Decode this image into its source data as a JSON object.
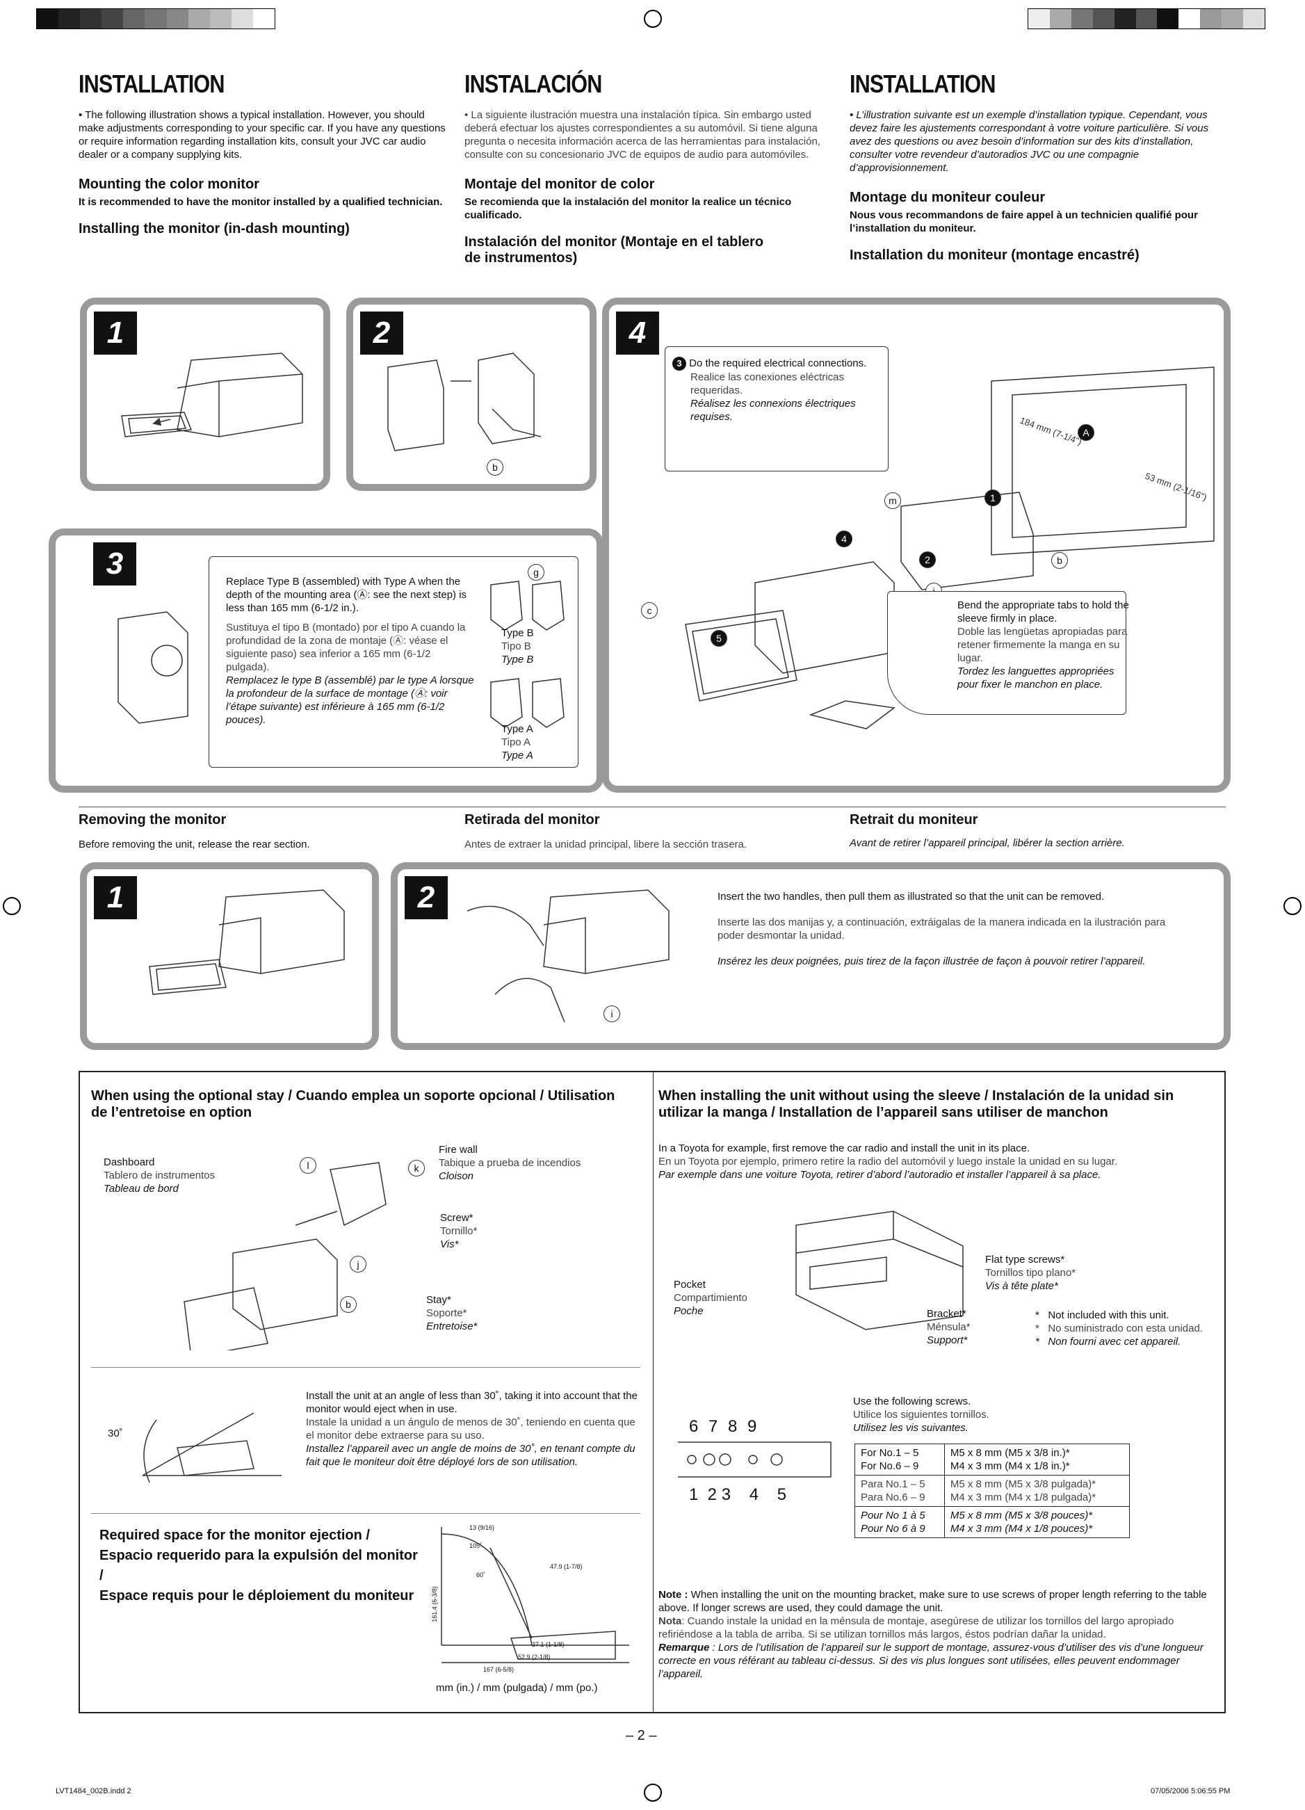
{
  "columns": [
    {
      "title": "INSTALLATION",
      "intro": "• The following illustration shows a typical installation. However, you should make adjustments corresponding to your specific car. If you have any questions or require information regarding installation kits, consult your JVC car audio dealer or a company supplying kits.",
      "mounting_title": "Mounting the color monitor",
      "mounting_note": "It is recommended to have the monitor installed by a qualified technician.",
      "installing_title": "Installing the monitor (in-dash mounting)"
    },
    {
      "title": "INSTALACIÓN",
      "intro": "• La siguiente ilustración muestra una instalación típica. Sin embargo usted deberá efectuar los ajustes correspondientes a su automóvil. Si tiene alguna pregunta o necesita información acerca de las herramientas para instalación, consulte con su concesionario JVC de equipos de audio para automóviles.",
      "mounting_title": "Montaje del monitor de color",
      "mounting_note": "Se recomienda que la instalación del monitor la realice un técnico cualificado.",
      "installing_title": "Instalación del monitor (Montaje en el tablero de instrumentos)"
    },
    {
      "title": "INSTALLATION",
      "intro": "• L’illustration suivante est un exemple d’installation typique. Cependant, vous devez faire les ajustements correspondant à votre voiture particulière. Si vous avez des questions ou avez besoin d’information sur des kits d’installation, consulter votre revendeur d’autoradios JVC ou une compagnie d’approvisionnement.",
      "mounting_title": "Montage du moniteur couleur",
      "mounting_note": "Nous vous recommandons de faire appel à un technicien qualifié pour l’installation du moniteur.",
      "installing_title": "Installation du moniteur (montage encastré)"
    }
  ],
  "steps": {
    "s1": "1",
    "s2": "2",
    "s3": "3",
    "s4": "4",
    "step3_text": [
      "Replace Type B (assembled) with Type A when the depth of the mounting area (Ⓐ: see the next step) is less than 165 mm (6-1/2 in.).",
      "Sustituya el tipo B (montado) por el tipo A cuando la profundidad de la zona de montaje (Ⓐ: véase el siguiente paso) sea inferior a 165 mm (6-1/2 pulgada).",
      "Remplacez le type B (assemblé) par le type A lorsque la profondeur de la surface de montage (Ⓐ: voir l’étape suivante) est inférieure à 165 mm (6-1/2 pouces)."
    ],
    "type_b": [
      "Type B",
      "Tipo B",
      "Type B"
    ],
    "type_a": [
      "Type A",
      "Tipo A",
      "Type A"
    ],
    "step4_conn": [
      "Do the required electrical connections.",
      "Realice las conexiones eléctricas requeridas.",
      "Réalisez les connexions électriques requises."
    ],
    "step4_tabs": [
      "Bend the appropriate tabs to hold the sleeve firmly in place.",
      "Doble las lengüetas apropiadas para retener firmemente la manga en su lugar.",
      "Tordez les languettes appropriées pour fixer le manchon en place."
    ],
    "dim1": "184 mm (7-1/4\")",
    "dim2": "53 mm (2-1/16\")",
    "labels": {
      "A": "A",
      "b": "b",
      "c": "c",
      "g": "g",
      "j": "j",
      "m": "m",
      "i": "i",
      "l": "l",
      "k": "k",
      "n1": "1",
      "n2": "2",
      "n3": "3",
      "n4": "4",
      "n5": "5"
    }
  },
  "removing": {
    "titles": [
      "Removing the monitor",
      "Retirada del monitor",
      "Retrait du moniteur"
    ],
    "notes": [
      "Before removing the unit, release the rear section.",
      "Antes de extraer la unidad principal, libere la sección trasera.",
      "Avant de retirer l’appareil principal, libérer la section arrière."
    ],
    "r1": "1",
    "r2": "2",
    "step2": [
      "Insert the two handles, then pull them as illustrated so that the unit can be removed.",
      "Inserte las dos manijas y, a continuación, extráigalas de la manera indicada en la ilustración para poder desmontar la unidad.",
      "Insérez les deux poignées, puis tirez de la façon illustrée de façon à pouvoir retirer l’appareil."
    ]
  },
  "stay": {
    "title": "When using the optional stay / Cuando emplea un soporte opcional / Utilisation de l’entretoise en option",
    "dashboard": [
      "Dashboard",
      "Tablero de instrumentos",
      "Tableau de bord"
    ],
    "firewall": [
      "Fire wall",
      "Tabique a prueba de incendios",
      "Cloison"
    ],
    "screw": [
      "Screw*",
      "Tornillo*",
      "Vis*"
    ],
    "stay": [
      "Stay*",
      "Soporte*",
      "Entretoise*"
    ],
    "angle_text": [
      "Install the unit at an angle of less than 30˚, taking it into account that the monitor would eject when in use.",
      "Instale la unidad a un ángulo de menos de 30˚, teniendo en cuenta que el monitor debe extraerse para su uso.",
      "Installez l’appareil avec un angle de moins de 30˚, en tenant compte du fait que le moniteur doit être déployé lors de son utilisation."
    ],
    "angle": "30˚",
    "required_title": [
      "Required space for the monitor ejection /",
      "Espacio requerido para la expulsión del monitor /",
      "Espace requis pour le déploiement du moniteur"
    ],
    "dims": {
      "d13": "13 (9/16)",
      "d105": "105˚",
      "d60": "60˚",
      "d161": "161.4 (6-3/8)",
      "d47": "47.9 (1-7/8)",
      "d271": "27.1 (1-1/8)",
      "d529": "52.9 (2-1/8)",
      "d167": "167 (6-5/8)"
    },
    "units": "mm (in.) / mm (pulgada) / mm (po.)"
  },
  "sleeve": {
    "title": "When installing the unit without using the sleeve / Instalación de la unidad sin utilizar la manga / Installation de l’appareil sans utiliser de manchon",
    "intro": [
      "In a Toyota for example, first remove the car radio and install the unit in its place.",
      "En un Toyota por ejemplo, primero retire la radio del automóvil y luego instale la unidad en su lugar.",
      "Par exemple dans une voiture Toyota, retirer d’abord l’autoradio et installer l’appareil à sa place."
    ],
    "flat_screws": [
      "Flat type screws*",
      "Tornillos tipo plano*",
      "Vis à tête plate*"
    ],
    "pocket": [
      "Pocket",
      "Compartimiento",
      "Poche"
    ],
    "bracket": [
      "Bracket*",
      "Ménsula*",
      "Support*"
    ],
    "not_included": [
      "Not included with this unit.",
      "No suministrado con esta unidad.",
      "Non fourni avec cet appareil."
    ],
    "use_screws": [
      "Use the following screws.",
      "Utilice los siguientes tornillos.",
      "Utilisez les vis suivantes."
    ],
    "hole_top": "6 7 8 9",
    "hole_bottom": "1  2 3    4    5",
    "table": [
      {
        "left": [
          "For No.1 – 5",
          "For No.6 – 9"
        ],
        "right": [
          "M5 x 8 mm (M5 x 3/8 in.)*",
          "M4 x 3 mm (M4 x 1/8 in.)*"
        ],
        "style": ""
      },
      {
        "left": [
          "Para No.1 – 5",
          "Para No.6 – 9"
        ],
        "right": [
          "M5 x 8 mm (M5 x 3/8 pulgada)*",
          "M4 x 3 mm (M4 x 1/8 pulgada)*"
        ],
        "style": "grey"
      },
      {
        "left": [
          "Pour No 1 à 5",
          "Pour No 6 à 9"
        ],
        "right": [
          "M5 x 8 mm (M5 x 3/8 pouces)*",
          "M4 x 3 mm (M4 x 1/8 pouces)*"
        ],
        "style": "it"
      }
    ],
    "note_en_label": "Note :",
    "note_en": "When installing the unit on the mounting bracket, make sure to use screws of proper length referring to the table above. If longer screws are used, they could damage the unit.",
    "note_es_label": "Nota",
    "note_es": ": Cuando instale la unidad en la ménsula de montaje, asegúrese de utilizar los tornillos del largo apropiado refiriéndose a la tabla de arriba. Si se utilizan tornillos más largos, éstos podrían dañar la unidad.",
    "note_fr_label": "Remarque",
    "note_fr": ": Lors de l’utilisation de l’appareil sur le support de montage, assurez-vous d’utiliser des vis d’une longueur correcte en vous référant au tableau ci-dessus. Si des vis plus longues sont utilisées, elles peuvent endommager l’appareil."
  },
  "footer": {
    "page": "– 2 –",
    "file": "LVT1484_002B.indd   2",
    "date": "07/05/2006   5:06:55 PM"
  }
}
